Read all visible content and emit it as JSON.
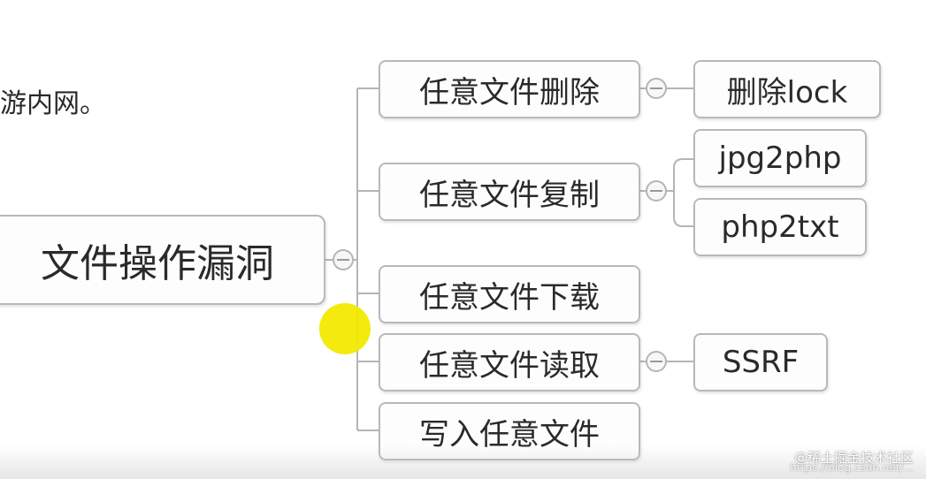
{
  "fragment_text": "游内网。",
  "root": {
    "label": "文件操作漏洞"
  },
  "branches": [
    {
      "label": "任意文件删除",
      "children": [
        "删除lock"
      ]
    },
    {
      "label": "任意文件复制",
      "children": [
        "jpg2php",
        "php2txt"
      ]
    },
    {
      "label": "任意文件下载",
      "children": []
    },
    {
      "label": "任意文件读取",
      "children": [
        "SSRF"
      ]
    },
    {
      "label": "写入任意文件",
      "children": []
    }
  ],
  "watermark": {
    "brand": "@稀土掘金技术社区",
    "url": "https://blog.csdn.net/..."
  },
  "colors": {
    "line": "#b5b5b5",
    "border": "#b9b9b9",
    "pointer": "#f2ea00"
  }
}
